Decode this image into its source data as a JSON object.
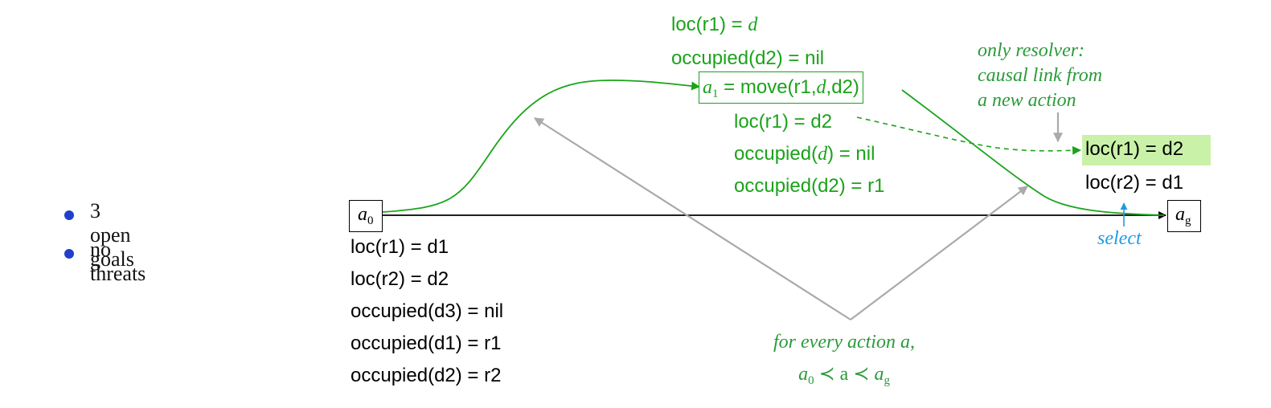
{
  "bullets": [
    "3 open goals",
    "no threats"
  ],
  "a0": {
    "letter": "a",
    "subscript": "0"
  },
  "ag": {
    "letter": "a",
    "subscript": "g"
  },
  "initial_state": [
    "loc(r1) = d1",
    "loc(r2) = d2",
    "occupied(d3) = nil",
    "occupied(d1) = r1",
    "occupied(d2) = r2"
  ],
  "action": {
    "preconditions": [
      {
        "prefix": "loc(r1) = ",
        "var": "d",
        "suffix": ""
      },
      {
        "prefix": "occupied(d2) = nil",
        "var": "",
        "suffix": ""
      }
    ],
    "label": {
      "letter": "a",
      "subscript": "1",
      "middle": " = move(r1,",
      "var": "d",
      "end": ",d2)"
    },
    "effects": [
      {
        "prefix": "loc(r1) = d2",
        "var": "",
        "suffix": ""
      },
      {
        "prefix": "occupied(",
        "var": "d",
        "suffix": ") = nil"
      },
      {
        "prefix": "occupied(d2) = r1",
        "var": "",
        "suffix": ""
      }
    ]
  },
  "goals": [
    "loc(r1) = d2",
    "loc(r2) = d1"
  ],
  "annotations": {
    "resolver": [
      "only resolver:",
      "causal link from",
      "a new action"
    ],
    "select": "select",
    "every_action_line1": "for every action a,",
    "every_action_line2": {
      "a0": "a",
      "a0_sub": "0",
      "rel": " ≺ a ≺ ",
      "ag": "a",
      "ag_sub": "g"
    }
  },
  "colors": {
    "green": "#1aa31a",
    "note_green": "#2a9a3a",
    "gray_arrow": "#aaaaaa",
    "select_blue": "#1e9be0",
    "highlight": "#c9f2a8",
    "bullet_dot": "#1f3fcc"
  }
}
